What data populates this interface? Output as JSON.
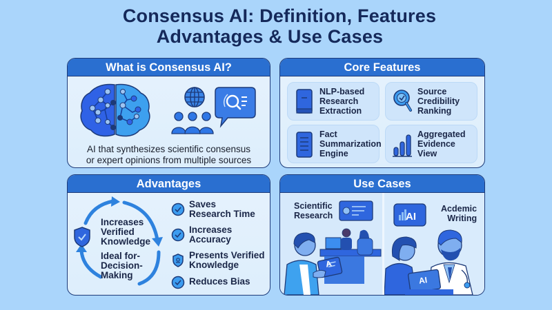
{
  "title": {
    "line1": "Consensus AI: Definition, Features",
    "line2": "Advantages  & Use Cases"
  },
  "what": {
    "heading": "What is Consensus AI?",
    "description_line1": "AI that synthesizes scientific consensus",
    "description_line2": "or expert opinions from multiple sources",
    "icons": [
      "brain-network-icon",
      "globe-icon",
      "people-group-icon",
      "chat-search-icon"
    ]
  },
  "core": {
    "heading": "Core Features",
    "features": [
      {
        "icon": "book-icon",
        "lines": [
          "NLP-based",
          "Research",
          "Extraction"
        ]
      },
      {
        "icon": "magnifier-check-icon",
        "lines": [
          "Source",
          "Credibility",
          "Ranking"
        ]
      },
      {
        "icon": "document-icon",
        "lines": [
          "Fact",
          "Summarization",
          "Engine"
        ]
      },
      {
        "icon": "bar-chart-icon",
        "lines": [
          "Aggregated",
          "Evidence",
          "View"
        ]
      }
    ]
  },
  "advantages": {
    "heading": "Advantages",
    "cycle": {
      "top_lines": [
        "Increases",
        "Verified",
        "Knowledge"
      ],
      "bottom_lines": [
        "Ideal for-",
        "Decision-",
        "Making"
      ]
    },
    "items": [
      {
        "icon": "check-circle-icon",
        "lines": [
          "Saves",
          "Research Time"
        ]
      },
      {
        "icon": "check-circle-icon",
        "lines": [
          "Increases",
          "Accuracy"
        ]
      },
      {
        "icon": "shield-user-icon",
        "lines": [
          "Presents Verified",
          "Knowledge"
        ]
      },
      {
        "icon": "check-circle-icon",
        "lines": [
          "Reduces Bias"
        ]
      }
    ]
  },
  "use_cases": {
    "heading": "Use Cases",
    "left": {
      "lines": [
        "Scientific",
        "Research"
      ],
      "tablet_label": "A"
    },
    "right": {
      "lines": [
        "Acdemic",
        "Writing"
      ],
      "badge_label": "AI",
      "laptop_label": "AI"
    }
  },
  "colors": {
    "background": "#aad5fb",
    "header_blue": "#2a6fd0",
    "border_navy": "#1d3a78",
    "title_navy": "#15295a",
    "icon_blue": "#2f6fe0",
    "icon_light": "#3c9cf0"
  }
}
